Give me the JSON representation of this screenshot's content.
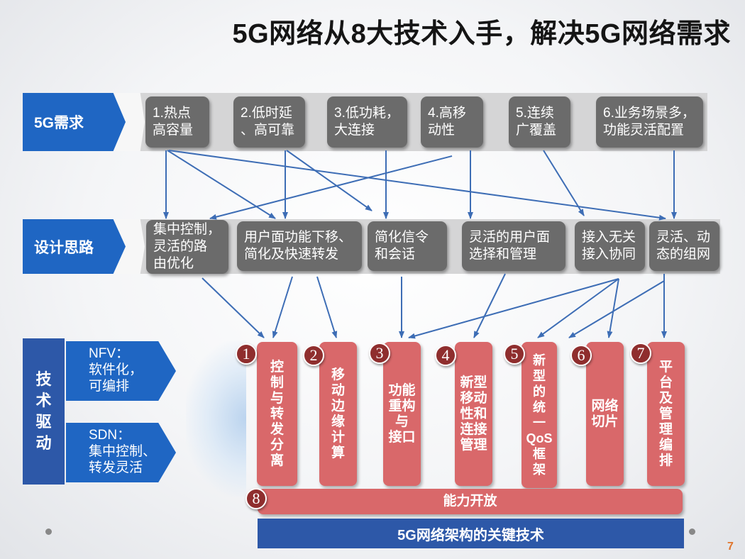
{
  "title": "5G网络从8大技术入手，解决5G网络需求",
  "rows": {
    "requirements": {
      "label": "5G需求",
      "items": [
        "1.热点\n高容量",
        "2.低时延\n、高可靠",
        "3.低功耗，\n大连接",
        "4.高移\n动性",
        "5.连续\n广覆盖",
        "6.业务场景多，\n功能灵活配置"
      ]
    },
    "design": {
      "label": "设计思路",
      "items": [
        "集中控制，\n灵活的路\n由优化",
        "用户面功能下移、\n简化及快速转发",
        "简化信令\n和会话",
        "灵活的用户面\n选择和管理",
        "接入无关\n接入协同",
        "灵活、动\n态的组网"
      ]
    }
  },
  "tech_drivers": {
    "label": "技\n术\n驱\n动",
    "items": [
      "NFV：\n软件化，\n可编排",
      "SDN：\n集中控制、\n转发灵活"
    ]
  },
  "technologies": [
    {
      "num": "1",
      "label": "控\n制\n与\n转\n发\n分\n离"
    },
    {
      "num": "2",
      "label": "移\n动\n边\n缘\n计\n算"
    },
    {
      "num": "3",
      "label": "功能\n重构\n与\n接口"
    },
    {
      "num": "4",
      "label": "新型\n移动\n性和\n连接\n管理"
    },
    {
      "num": "5",
      "label": "新\n型\n的\n统\n一\nQoS\n框\n架"
    },
    {
      "num": "6",
      "label": "网络\n切片"
    },
    {
      "num": "7",
      "label": "平\n台\n及\n管\n理\n编\n排"
    }
  ],
  "capability": {
    "num": "8",
    "label": "能力开放"
  },
  "footer_label": "5G网络架构的关键技术",
  "page_number": "7",
  "colors": {
    "blue": "#1f66c3",
    "dark_blue": "#2d58a8",
    "gray_box": "#6b6b6b",
    "red_bar": "#d9686a",
    "badge": "#8f2e2e",
    "arrow": "#3d6db5"
  }
}
